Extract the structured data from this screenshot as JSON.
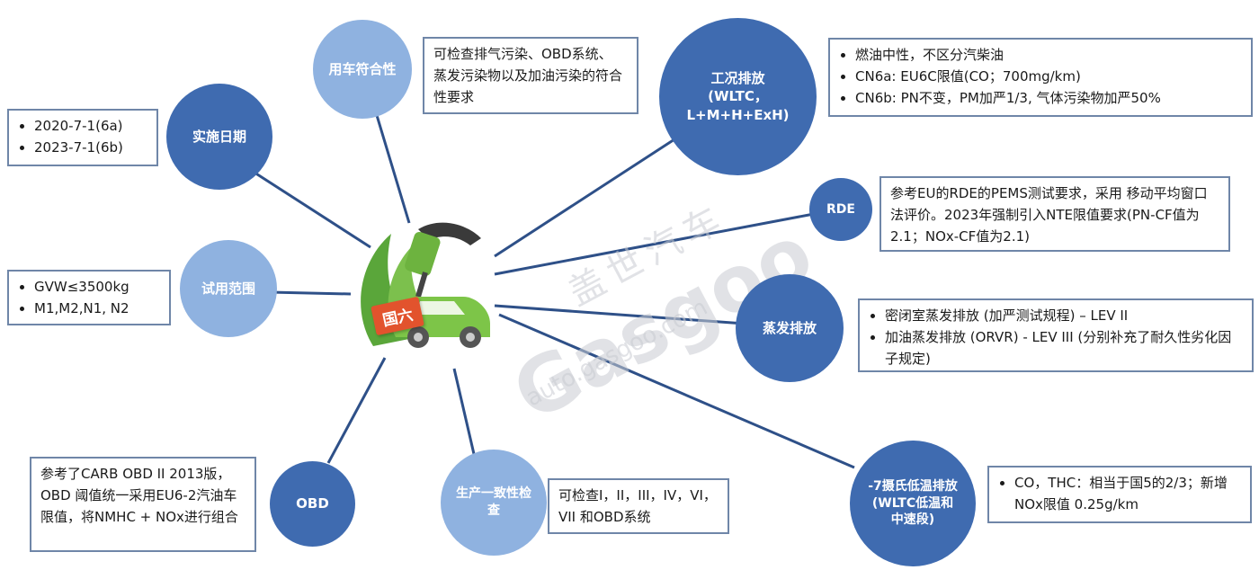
{
  "center": {
    "badge": "国六"
  },
  "watermark": {
    "cn": "盖世汽车",
    "brand": "Gasgoo",
    "url": "auto.gasgoo.com"
  },
  "topics": [
    {
      "id": "compliance",
      "label": "用车符合性",
      "details": [
        "可检查排气污染、OBD系统、 蒸发污染物以及加油污染的符合性要求"
      ]
    },
    {
      "id": "date",
      "label": "实施日期",
      "details": [
        "2020-7-1(6a)",
        "2023-7-1(6b)"
      ]
    },
    {
      "id": "wltc",
      "label": "工况排放 (WLTC， L+M+H+ExH)",
      "details": [
        "燃油中性，不区分汽柴油",
        "CN6a: EU6C限值(CO；700mg/km)",
        "CN6b: PN不变，PM加严1/3, 气体污染物加严50%"
      ]
    },
    {
      "id": "rde",
      "label": "RDE",
      "details": [
        "参考EU的RDE的PEMS测试要求，采用 移动平均窗口法评价。2023年强制引入NTE限值要求(PN-CF值为2.1；NOx-CF值为2.1)"
      ]
    },
    {
      "id": "scope",
      "label": "试用范围",
      "details": [
        "GVW≤3500kg",
        "M1,M2,N1, N2"
      ]
    },
    {
      "id": "evap",
      "label": "蒸发排放",
      "details": [
        "密闭室蒸发排放 (加严测试规程) – LEV II",
        "加油蒸发排放 (ORVR) - LEV III (分别补充了耐久性劣化因子规定)"
      ]
    },
    {
      "id": "lowtemp",
      "label": "-7摄氏低温排放 (WLTC低温和中速段)",
      "details": [
        "CO，THC：相当于国5的2/3；新增NOx限值 0.25g/km"
      ]
    },
    {
      "id": "obd",
      "label": "OBD",
      "details": [
        "参考了CARB OBD II 2013版，OBD 阈值统一采用EU6-2汽油车限值，将NMHC + NOx进行组合"
      ]
    },
    {
      "id": "cop",
      "label": "生产一致性检查",
      "details": [
        "可检查I，II，III，IV，VI，VII 和OBD系统"
      ]
    }
  ]
}
